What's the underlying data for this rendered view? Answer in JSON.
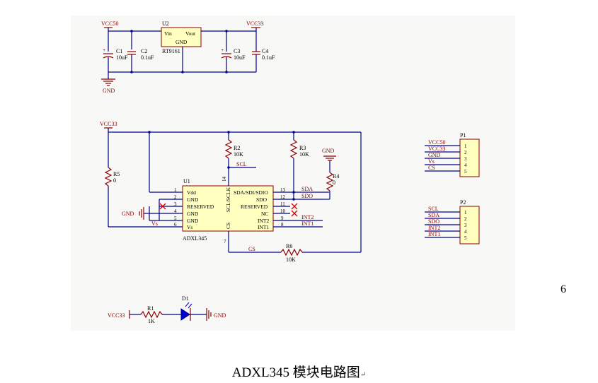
{
  "page_number": "6",
  "caption": "ADXL345 模块电路图",
  "caption_mark": "↵",
  "colors": {
    "sheet": "#f8f8f6",
    "wire": "#00008b",
    "net_label": "#8b0000",
    "component": "#8b0000",
    "chip_fill": "#ffffc0",
    "no_connect": "#e00000",
    "text": "#000000"
  },
  "power": {
    "vcc50_top": "VCC50",
    "vcc33_top": "VCC33",
    "vcc33_mid": "VCC33",
    "gnd_left": "GND",
    "gnd_r4": "GND",
    "gnd_u1": "GND",
    "gnd_led": "GND",
    "vcc33_led": "VCC33"
  },
  "regulator": {
    "ref": "U2",
    "part": "RT9161",
    "vin": "Vin",
    "vout": "Vout",
    "gnd": "GND"
  },
  "caps": {
    "c1": {
      "ref": "C1",
      "value": "10uF"
    },
    "c2": {
      "ref": "C2",
      "value": "0.1uF"
    },
    "c3": {
      "ref": "C3",
      "value": "10uF"
    },
    "c4": {
      "ref": "C4",
      "value": "0.1uF"
    }
  },
  "resistors": {
    "r1": {
      "ref": "R1",
      "value": "1K"
    },
    "r2": {
      "ref": "R2",
      "value": "10K"
    },
    "r3": {
      "ref": "R3",
      "value": "10K"
    },
    "r4": {
      "ref": "R4",
      "value": "0"
    },
    "r5": {
      "ref": "R5",
      "value": "0"
    },
    "r6": {
      "ref": "R6",
      "value": "10K"
    }
  },
  "led": {
    "ref": "D1"
  },
  "u1": {
    "ref": "U1",
    "part": "ADXL345",
    "left_pins": [
      {
        "num": "1",
        "name": "Vdd"
      },
      {
        "num": "2",
        "name": "GND"
      },
      {
        "num": "3",
        "name": "RESERVED"
      },
      {
        "num": "4",
        "name": "GND"
      },
      {
        "num": "5",
        "name": "GND"
      },
      {
        "num": "6",
        "name": "Vs"
      }
    ],
    "right_pins": [
      {
        "num": "13",
        "name": "SDA/SDI/SDIO"
      },
      {
        "num": "12",
        "name": "SDO"
      },
      {
        "num": "11",
        "name": "RESERVED"
      },
      {
        "num": "10",
        "name": "NC"
      },
      {
        "num": "9",
        "name": "INT2"
      },
      {
        "num": "8",
        "name": "INT1"
      }
    ],
    "top_pin": {
      "num": "14",
      "name": "SCL/SCLK"
    },
    "bottom_pin": {
      "num": "7",
      "name": "CS"
    }
  },
  "nets": {
    "scl": "SCL",
    "sda": "SDA",
    "sdo": "SDO",
    "int2": "INT2",
    "int1": "INT1",
    "cs": "CS",
    "vs": "Vs"
  },
  "p1": {
    "ref": "P1",
    "labels": [
      "VCC50",
      "VCC33",
      "GND",
      "Vs",
      "CS"
    ],
    "pins": [
      "1",
      "2",
      "3",
      "4",
      "5"
    ]
  },
  "p2": {
    "ref": "P2",
    "labels": [
      "SCL",
      "SDA",
      "SDO",
      "INT2",
      "INT1"
    ],
    "pins": [
      "1",
      "2",
      "3",
      "4",
      "5"
    ]
  }
}
